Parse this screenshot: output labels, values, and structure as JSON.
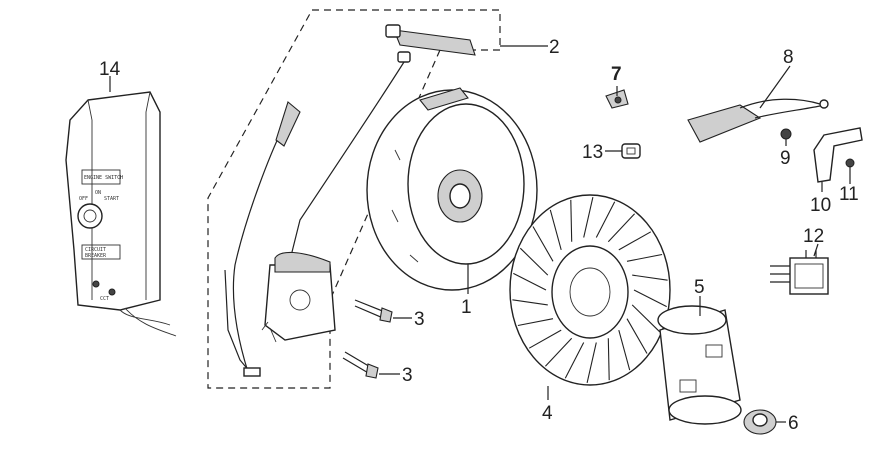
{
  "diagram": {
    "callouts": [
      {
        "id": "1",
        "label": "1"
      },
      {
        "id": "2",
        "label": "2"
      },
      {
        "id": "3a",
        "label": "3"
      },
      {
        "id": "3b",
        "label": "3"
      },
      {
        "id": "4",
        "label": "4"
      },
      {
        "id": "5",
        "label": "5"
      },
      {
        "id": "6",
        "label": "6"
      },
      {
        "id": "7",
        "label": "7"
      },
      {
        "id": "8",
        "label": "8"
      },
      {
        "id": "9",
        "label": "9"
      },
      {
        "id": "10",
        "label": "10"
      },
      {
        "id": "11",
        "label": "11"
      },
      {
        "id": "12",
        "label": "12"
      },
      {
        "id": "13",
        "label": "13"
      },
      {
        "id": "14",
        "label": "14"
      }
    ],
    "panel_text": {
      "top_label": "ENGINE SWITCH",
      "off_label": "OFF",
      "on_label": "ON",
      "start_label": "START",
      "bottom_label_line1": "CIRCUIT",
      "bottom_label_line2": "BREAKER",
      "small_label": "CCT"
    }
  }
}
